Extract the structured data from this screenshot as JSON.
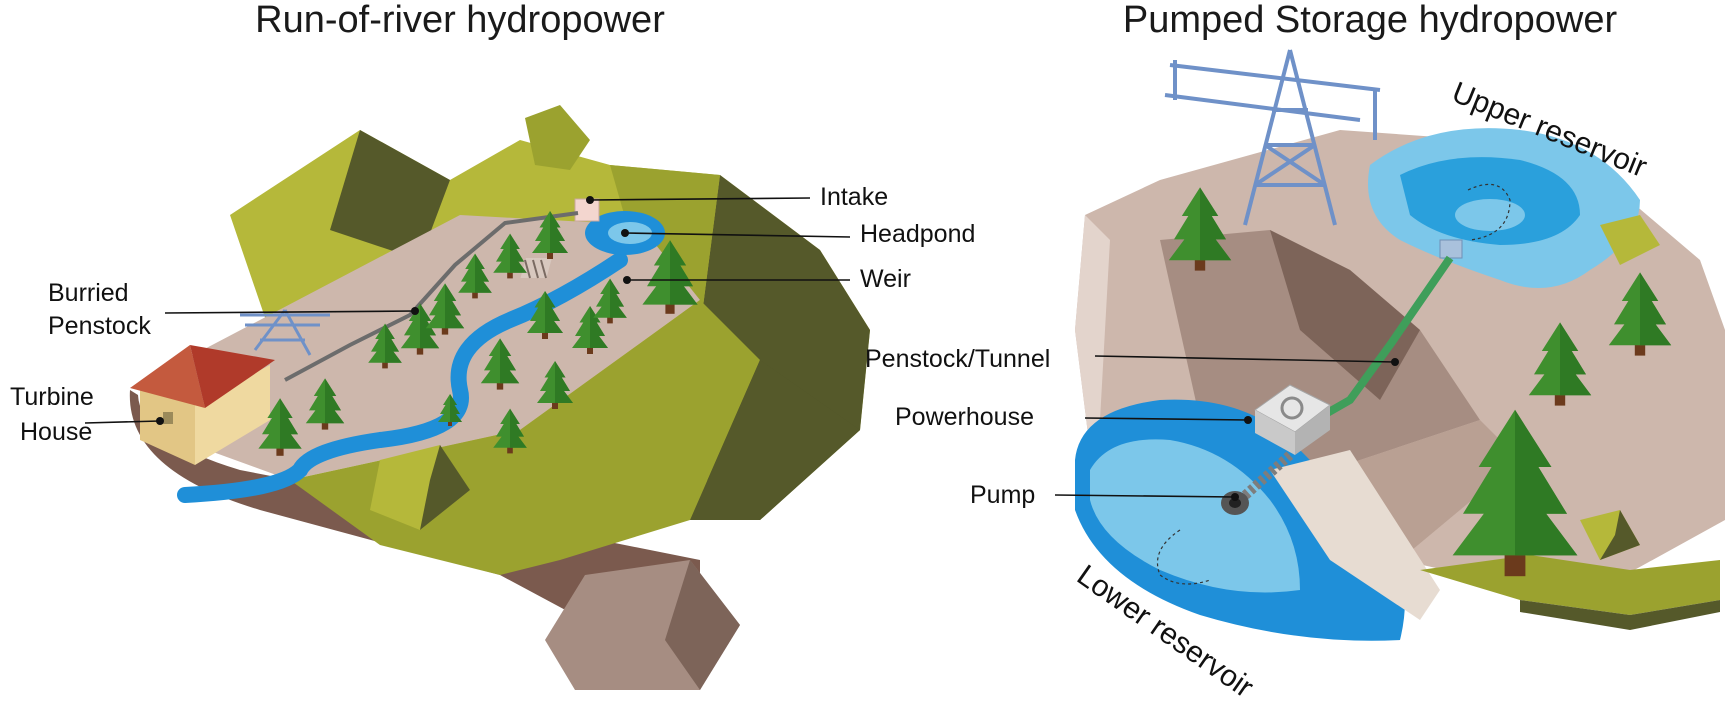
{
  "left_panel": {
    "title": "Run-of-river hydropower",
    "labels": {
      "intake": "Intake",
      "headpond": "Headpond",
      "weir": "Weir",
      "burried_penstock_line1": "Burried",
      "burried_penstock_line2": "Penstock",
      "turbine_house_line1": "Turbine",
      "turbine_house_line2": "House"
    }
  },
  "right_panel": {
    "title": "Pumped Storage hydropower",
    "labels": {
      "upper_reservoir": "Upper reservoir",
      "penstock_tunnel": "Penstock/Tunnel",
      "powerhouse": "Powerhouse",
      "pump": "Pump",
      "lower_reservoir": "Lower reservoir"
    }
  },
  "colors": {
    "grass_light": "#b5b83a",
    "grass_mid": "#9ba22f",
    "grass_dark": "#55592a",
    "ground": "#cdb7ac",
    "rock": "#a68d82",
    "rock_dark": "#7d6459",
    "water_dark": "#1f8fd8",
    "water_light": "#7cc7ea",
    "tree": "#3f8f2e",
    "tree_dark": "#2a6a20",
    "trunk": "#6b3a1c",
    "roof": "#b03a2a",
    "wall": "#efd9a0",
    "pylon": "#6f91c8"
  }
}
